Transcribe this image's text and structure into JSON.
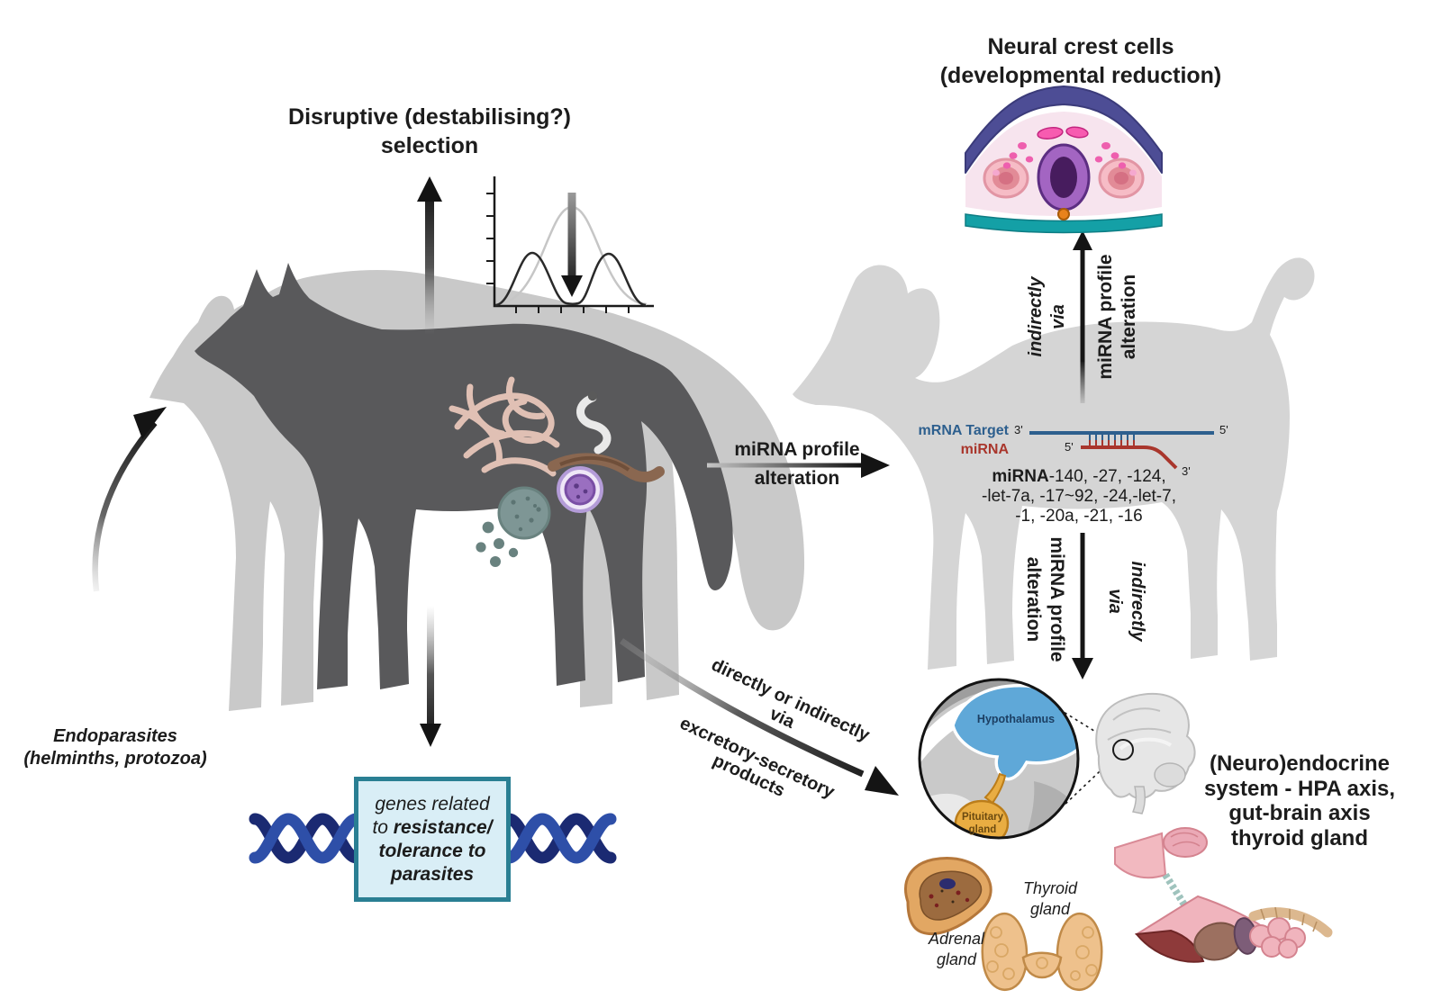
{
  "colors": {
    "background": "#ffffff",
    "wolf_dark": "#59595b",
    "wolf_light": "#c9c9c9",
    "dog_light": "#d5d5d5",
    "arrow_black": "#141414",
    "mrna_blue": "#2d5f8e",
    "mirna_red": "#a9362c",
    "dna_navy": "#1b2a72",
    "dna_blue": "#2e4fa8",
    "gene_box_border": "#2a7f93",
    "gene_box_fill": "#d9eef6",
    "neural_band_blue": "#4d4d95",
    "neural_band_teal": "#14a0a6",
    "neural_tube_purple": "#a365c2",
    "hypothalamus_blue": "#5fa8d8",
    "pituitary_yellow": "#e9ad42",
    "gland_tan": "#eec18c"
  },
  "titles": {
    "selection": {
      "line1": "Disruptive (destabilising?)",
      "line2": "selection"
    },
    "neural_crest": {
      "line1": "Neural crest cells",
      "line2": "(developmental reduction)"
    },
    "endocrine": {
      "line1": "(Neuro)endocrine",
      "line2": "system - HPA axis,",
      "line3": "gut-brain axis",
      "line4": "thyroid gland"
    }
  },
  "endoparasites": {
    "line1": "Endoparasites",
    "line2": "(helminths, protozoa)"
  },
  "gene_box": {
    "line1": "genes related",
    "line2_normal": "to ",
    "line2_bold": "resistance/",
    "line3_bold": "tolerance to",
    "line4_bold": "parasites"
  },
  "arrows": {
    "horizontal": {
      "line1": "miRNA profile",
      "line2": "alteration"
    },
    "up_right": {
      "italic1": "indirectly",
      "italic2": "via",
      "bold1": "miRNA profile",
      "bold2": "alteration"
    },
    "down_right": {
      "bold1": "miRNA profile",
      "bold2": "alteration",
      "italic1": "indirectly",
      "italic2": "via"
    },
    "diagonal": {
      "top1": "directly or indirectly",
      "top2": "via",
      "bottom1": "excretory-secretory",
      "bottom2": "products"
    }
  },
  "mrna_diagram": {
    "mrna_label": "mRNA Target",
    "mirna_label": "miRNA",
    "mrna_3prime": "3'",
    "mrna_5prime": "5'",
    "mirna_5prime": "5'",
    "mirna_3prime": "3'",
    "list_bold": "miRNA",
    "list_line1": "-140, -27, -124,",
    "list_line2": "-let-7a, -17~92, -24,-let-7,",
    "list_line3": "-1, -20a, -21, -16"
  },
  "endocrine_labels": {
    "hypothalamus": "Hypothalamus",
    "pituitary_line1": "Pituitary",
    "pituitary_line2": "gland",
    "adrenal_line1": "Adrenal",
    "adrenal_line2": "gland",
    "thyroid_line1": "Thyroid",
    "thyroid_line2": "gland"
  }
}
